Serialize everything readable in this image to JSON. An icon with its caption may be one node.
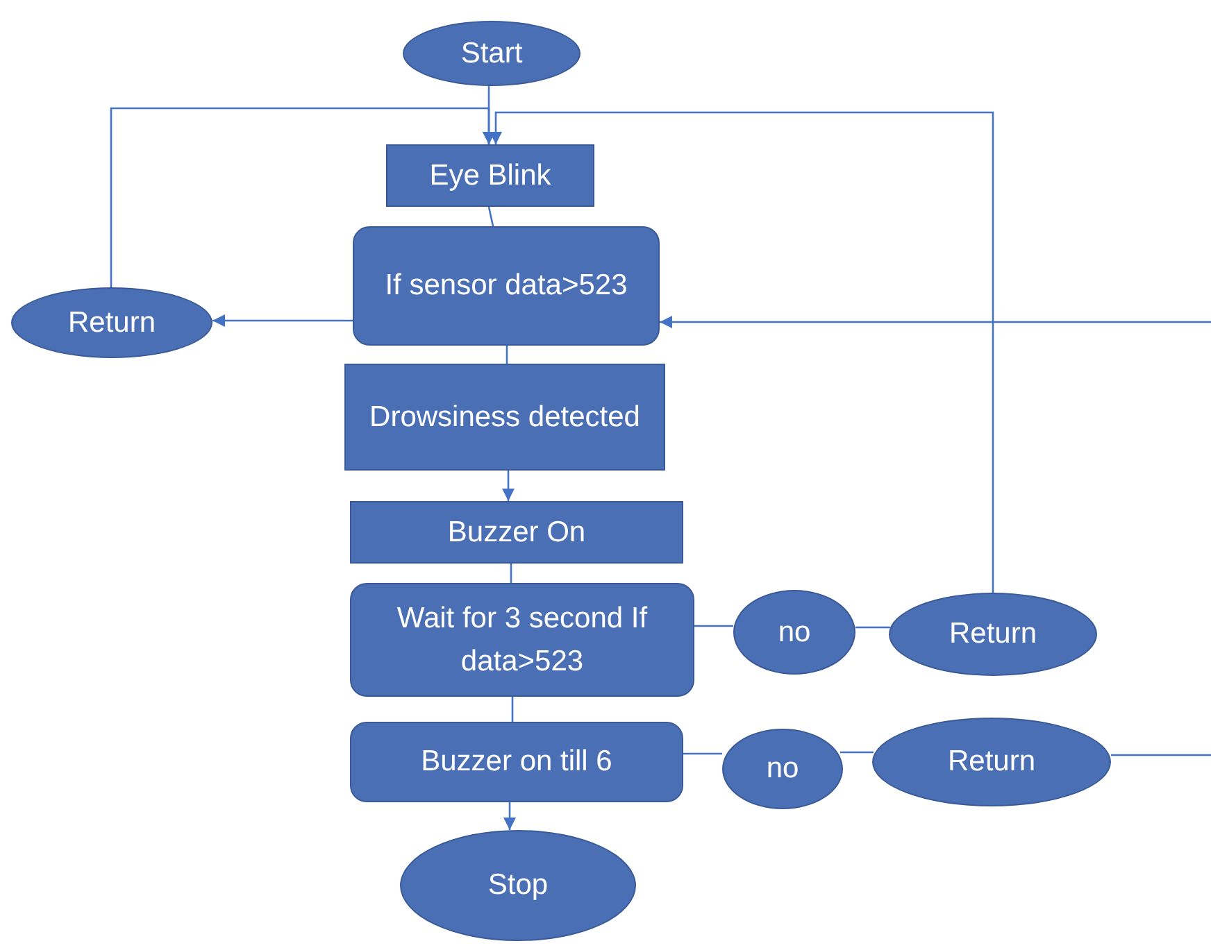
{
  "diagram": {
    "nodes": [
      {
        "text": [
          "Start"
        ]
      },
      {
        "text": [
          "Eye Blink"
        ]
      },
      {
        "text": [
          "If sensor data>523"
        ]
      },
      {
        "text": [
          "Return"
        ]
      },
      {
        "text": [
          "Drowsiness detected"
        ]
      },
      {
        "text": [
          "Buzzer On"
        ]
      },
      {
        "text": [
          "Wait for 3 second If data>523"
        ]
      },
      {
        "text": [
          "no"
        ]
      },
      {
        "text": [
          "Return"
        ]
      },
      {
        "text": [
          "Buzzer on till 6"
        ]
      },
      {
        "text": [
          "no"
        ]
      },
      {
        "text": [
          "Return"
        ]
      },
      {
        "text": [
          "Stop"
        ]
      }
    ],
    "edges": [
      {
        "from": 0,
        "to": 1,
        "arrow": "to"
      },
      {
        "from": 3,
        "to": 1,
        "arrow": "to"
      },
      {
        "from": 8,
        "to": 1,
        "arrow": "to"
      },
      {
        "from": 1,
        "to": 2,
        "arrow": "none"
      },
      {
        "from": 2,
        "to": 3,
        "arrow": "to"
      },
      {
        "from": 2,
        "to": 4,
        "arrow": "none"
      },
      {
        "from": 4,
        "to": 5,
        "arrow": "to"
      },
      {
        "from": 5,
        "to": 6,
        "arrow": "none"
      },
      {
        "from": 6,
        "to": 7,
        "arrow": "none"
      },
      {
        "from": 7,
        "to": 8,
        "arrow": "none"
      },
      {
        "from": 6,
        "to": 9,
        "arrow": "none"
      },
      {
        "from": 9,
        "to": 10,
        "arrow": "none"
      },
      {
        "from": 10,
        "to": 11,
        "arrow": "none"
      },
      {
        "from": 11,
        "to": null,
        "arrow": "none"
      },
      {
        "from": null,
        "to": 2,
        "arrow": "to"
      },
      {
        "from": 9,
        "to": 12,
        "arrow": "to"
      }
    ]
  }
}
